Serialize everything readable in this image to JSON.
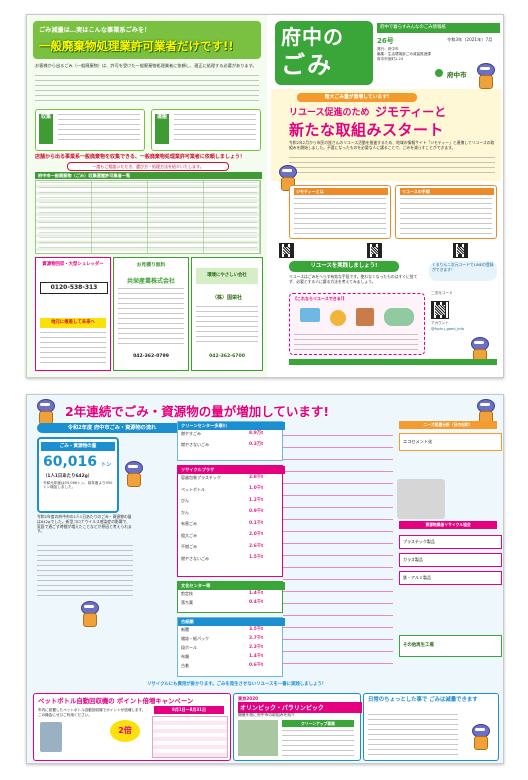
{
  "page1": {
    "headline_banner": "ごみ減量は…実はこんな事業系ごみを！",
    "headline": "一般廃棄物処理業許可業者だけです!!",
    "intro": "お客様から出るごみ（一般廃棄物）は、許可を受けた一般廃棄物処理業者に依頼し、適正に処理する必要があります。",
    "notice_title": "店舗から出る事業系一般廃棄物を収集できる、一般廃棄物処理業許可業者に依頼しましょう！",
    "notice_sub": "一度もご相談いただき、選び方・処理方法を紹介いたします。",
    "table_title": "府中市一般廃棄物（ごみ）収集運搬許可業者一覧",
    "left_labels": [
      "収集",
      "運搬"
    ],
    "masthead": {
      "title_a": "府中の",
      "title_b": "ごみ",
      "subtitle": "府中で暮らすみんなのごみ情報紙",
      "issue": "26号",
      "date": "令和3年（2021年）7月",
      "publisher_lines": [
        "発行：府中市",
        "編集：生活環境部ごみ減量推進課",
        "府中市宮町2-24"
      ],
      "city": "府中市"
    },
    "feature": {
      "kicker": "粗大ごみ量が激増しています!",
      "line1a": "リユース促進のため",
      "line1b": "ジモティーと",
      "line2": "新たな取組みスタート",
      "body": "令和2年2月から市民の皆さんのリユース活動を推進するため、地域の情報サイト「ジモティー」と連携してリユースの取組みを開始しました。不要になったものを必要な人に譲ることで、ごみを減らすことができます。",
      "box1_title": "ジモティーとは",
      "box2_title": "リユースの手順",
      "cta": "リユースを実践しましょう!",
      "cta_body": "リユースはごみをへらす有効な手段です。使わなくなったものはすぐに捨てず、必要とする人に譲る方法を考えてみましょう。",
      "tips_title": "【これならリユースできる!】",
      "side_title": "くるりん二次元コードでLINEの登録ができます！",
      "account_label": "アカウント",
      "account_id": "@fuchu_gomi_info",
      "sns_label": "二次元コード"
    },
    "ads": [
      {
        "name": "資源物回収・大型シュレッダー",
        "phone": "0120-538-313",
        "extra": "地元に根差して未来へ"
      },
      {
        "name": "お見積り無料",
        "company": "共栄産業株式会社",
        "phone": "042-362-0799"
      },
      {
        "name": "環境にやさしい会社",
        "company": "（株）国栄社",
        "phone": "042-362-6700"
      }
    ]
  },
  "page2": {
    "headline": "2年連続でごみ・資源物の量が増加しています!",
    "flow_title": "令和2年度 府中市ごみ・資源物の流れ",
    "total_label": "ごみ・資源物の量",
    "total_value": "60,016",
    "total_unit": "トン",
    "total_sub": "（1人1日あたり642g）",
    "total_note": "令和元年度は59,066トン。前年度より950トン増加しました。",
    "explain": "令和2年度の府中市の1人1日あたりのごみ・資源物の量は642gでした。新型コロナウイルス感染症の影響で、家庭で過ごす時間が増えたことなどが原因と考えられます。",
    "cleancenter": {
      "title": "クリーンセンター多摩川",
      "rows": [
        {
          "label": "燃やすごみ",
          "value": "8.9万t"
        },
        {
          "label": "燃やさないごみ",
          "value": "0.3万t"
        }
      ]
    },
    "recycle": {
      "title": "リサイクルプラザ",
      "rows": [
        {
          "label": "容器包装プラスチック",
          "value": "2.8千t"
        },
        {
          "label": "ペットボトル",
          "value": "1.0千t"
        },
        {
          "label": "びん",
          "value": "1.2千t"
        },
        {
          "label": "かん",
          "value": "0.9千t"
        },
        {
          "label": "有害ごみ",
          "value": "0.1千t"
        },
        {
          "label": "粗大ごみ",
          "value": "2.0千t"
        },
        {
          "label": "不燃ごみ",
          "value": "2.6千t"
        },
        {
          "label": "燃やさないごみ",
          "value": "1.5千t"
        }
      ]
    },
    "bunka": {
      "title": "文化センター等",
      "rows": [
        {
          "label": "剪定枝",
          "value": "1.4千t"
        },
        {
          "label": "落ち葉",
          "value": "0.4千t"
        }
      ]
    },
    "paper": {
      "title": "古紙類",
      "rows": [
        {
          "label": "新聞",
          "value": "3.5千t"
        },
        {
          "label": "雑誌・紙パック",
          "value": "2.7千t"
        },
        {
          "label": "段ボール",
          "value": "2.3千t"
        },
        {
          "label": "布類",
          "value": "1.4千t"
        },
        {
          "label": "古着",
          "value": "0.6千t"
        }
      ]
    },
    "right_title1": "ニーズ処理分析（日の出町）",
    "right_title2": "資源物業者リサイクル協会",
    "right_items": [
      "エコセメント化",
      "プラスチック製品",
      "ガラス製品",
      "鉄・アルミ製品",
      "その他再生工場"
    ],
    "footer_note": "リサイクルにも費用が掛かります。ごみを発生させないリユースを一番に実践しましょう！",
    "point": {
      "title": "ペットボトル自動回収機の ポイント倍増キャンペーン",
      "period": "8月1日〜8月31日",
      "body": "市内に設置したペットボトル自動回収機でポイントが倍増します。この機会にぜひご利用ください。",
      "badge": "2倍"
    },
    "olympic": {
      "kicker": "東京2020",
      "title": "オリンピック・パラリンピック",
      "sub": "開催を前に府中市の取組みを紹介",
      "box": "クリーンアップ事業"
    },
    "daily": {
      "title": "日常のちょっとした事で ごみは減量できます"
    }
  }
}
